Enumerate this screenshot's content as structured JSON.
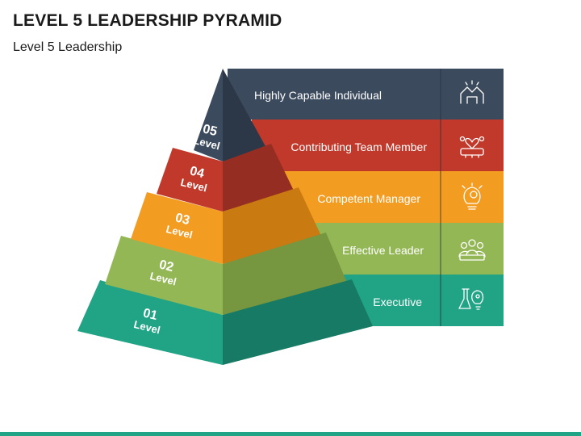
{
  "header": {
    "title": "LEVEL 5 LEADERSHIP PYRAMID",
    "subtitle": "Level 5 Leadership"
  },
  "levels": [
    {
      "number": "05",
      "word": "Level",
      "label": "Highly Capable Individual",
      "color": "#3c4a5e",
      "icon": "hands-house-icon"
    },
    {
      "number": "04",
      "word": "Level",
      "label": "Contributing Team Member",
      "color": "#c0392b",
      "icon": "team-heart-icon"
    },
    {
      "number": "03",
      "word": "Level",
      "label": "Competent Manager",
      "color": "#f39c22",
      "icon": "bulb-gear-icon"
    },
    {
      "number": "02",
      "word": "Level",
      "label": "Effective Leader",
      "color": "#94b756",
      "icon": "group-people-icon"
    },
    {
      "number": "01",
      "word": "Level",
      "label": "Executive",
      "color": "#21a385",
      "icon": "flask-bulb-icon"
    }
  ],
  "colors": {
    "accent": "#21a385"
  }
}
